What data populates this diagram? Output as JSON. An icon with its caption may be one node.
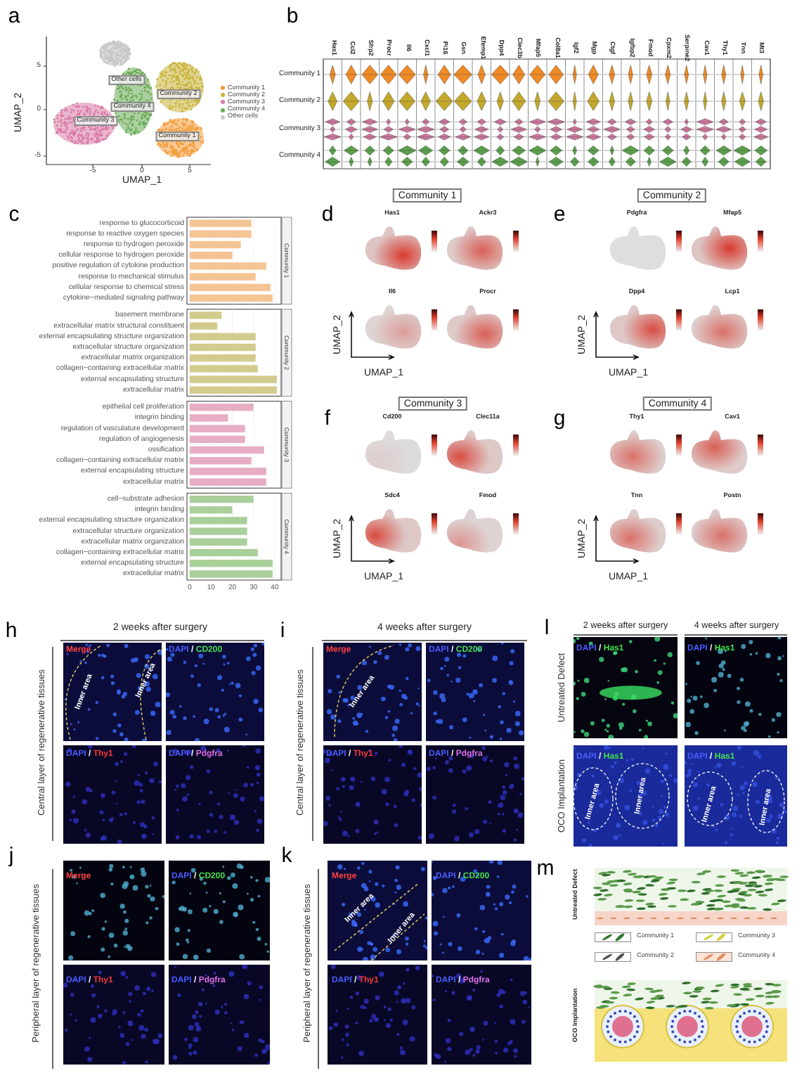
{
  "diagram": {
    "nodes": [
      {
        "text": [
          "Community 1"
        ]
      },
      {
        "text": [
          "Community 2"
        ]
      },
      {
        "text": [
          "Community 3"
        ]
      },
      {
        "text": [
          "Community 4"
        ]
      }
    ],
    "labels": [
      "a",
      "5",
      "0",
      "-5",
      "UMAP_2",
      "Other cells",
      "Community 2",
      "Community 4",
      "Community 3",
      "Community 1",
      "-5",
      "0",
      "5",
      "UMAP_1",
      "b",
      "Has1",
      "Ccl2",
      "Sfrp2",
      "Procr",
      "Il6",
      "Cxcl1",
      "Pi16",
      "Gsn",
      "Efemp1",
      "Dpp4",
      "Clec3b",
      "Mfap5",
      "Col8a1",
      "Igf2",
      "Mgp",
      "Ctgf",
      "Igfbp2",
      "Fmod",
      "Cpxm2",
      "Serpine2",
      "Cav1",
      "Thy1",
      "Tnn",
      "Mt3",
      "Community 1",
      "Community 2",
      "Community 3",
      "Community 4",
      "c",
      "d",
      "Has1",
      "Ackr3",
      "Il6",
      "Procr",
      "UMAP_2",
      "UMAP_1",
      "e",
      "Pdgfra",
      "Mfap5",
      "Dpp4",
      "Lcp1",
      "UMAP_2",
      "UMAP_1",
      "f",
      "Cd200",
      "Clec11a",
      "Sdc4",
      "Fmod",
      "UMAP_2",
      "UMAP_1",
      "g",
      "Thy1",
      "Cav1",
      "Tnn",
      "Postn",
      "UMAP_2",
      "UMAP_1",
      "h",
      "2 weeks after surgery",
      "Central layer of regenerative tissues",
      "Merge",
      "Inner area",
      "Inner area",
      "DAPI / CD200",
      "DAPI / Thy1",
      "DAPI / Pdgfra",
      "i",
      "4 weeks after surgery",
      "Central layer of regenerative tissues",
      "Merge",
      "Inner area",
      "DAPI / CD200",
      "DAPI / Thy1",
      "DAPI / Pdgfra",
      "l",
      "2 weeks after surgery",
      "4 weeks after surgery",
      "Untreated Defect",
      "DAPI / Has1",
      "DAPI / Has1",
      "OCO Implantation",
      "DAPI / Has1",
      "Inner area",
      "Inner area",
      "DAPI / Has1",
      "Inner area",
      "Inner area",
      "j",
      "Peripheral layer of regenerative tissues",
      "Merge",
      "DAPI / CD200",
      "DAPI / Thy1",
      "DAPI / Pdgfra",
      "k",
      "Peripheral layer of regenerative tissues",
      "Merge",
      "Inner area",
      "Inner area",
      "DAPI / CD200",
      "DAPI / Thy1",
      "DAPI / Pdgfra",
      "m",
      "Untreated Defect",
      "OCO Implantation"
    ],
    "legend": [
      {
        "text": "Community 1",
        "color": "#f39c3a"
      },
      {
        "text": "Community 2",
        "color": "#c9b33a"
      },
      {
        "text": "Community 3",
        "color": "#d97aa5"
      },
      {
        "text": "Community 4",
        "color": "#6aaa55"
      },
      {
        "text": "Other cells",
        "color": "#c8c8c8"
      },
      {
        "text": "Community 1"
      },
      {
        "text": "Community 3"
      },
      {
        "text": "Community 2"
      },
      {
        "text": "Community 4"
      }
    ],
    "chart_data": {
      "type": "bar",
      "orientation": "horizontal",
      "categories": [
        "response to glucocorticoid",
        "response to reactive oxygen species",
        "response to hydrogen peroxide",
        "cellular response to hydrogen peroxide",
        "positive regulation of cytokine production",
        "response to mechanical stimulus",
        "cellular response to chemical stress",
        "cytokine−mediated signaling pathway",
        "basement membrane",
        "extracellular matrix structural constituent",
        "external encapsulating structure organization",
        "extracellular structure organization",
        "extracellular matrix organization",
        "collagen−containing extracellular matrix",
        "external encapsulating structure",
        "extracellular matrix",
        "epithelial cell proliferation",
        "integrin binding",
        "regulation of vasculature development",
        "regulation of angiogenesis",
        "ossification",
        "collagen−containing extracellular matrix",
        "external encapsulating structure",
        "extracellular matrix",
        "cell−substrate adhesion",
        "integrin binding",
        "external encapsulating structure organization",
        "extracellular structure organization",
        "extracellular matrix organization",
        "collagen−containing extracellular matrix",
        "external encapsulating structure",
        "extracellular matrix"
      ],
      "series": [
        {
          "name": "Community 1",
          "color": "#f4c494",
          "values": [
            29,
            29,
            24,
            20,
            36,
            31,
            38,
            39,
            null,
            null,
            null,
            null,
            null,
            null,
            null,
            null,
            null,
            null,
            null,
            null,
            null,
            null,
            null,
            null,
            null,
            null,
            null,
            null,
            null,
            null,
            null,
            null
          ]
        },
        {
          "name": "Community 2",
          "color": "#d3cb8e",
          "values": [
            null,
            null,
            null,
            null,
            null,
            null,
            null,
            null,
            15,
            13,
            31,
            31,
            31,
            32,
            41,
            41,
            null,
            null,
            null,
            null,
            null,
            null,
            null,
            null,
            null,
            null,
            null,
            null,
            null,
            null,
            null,
            null
          ]
        },
        {
          "name": "Community 3",
          "color": "#e6adc4",
          "values": [
            null,
            null,
            null,
            null,
            null,
            null,
            null,
            null,
            null,
            null,
            null,
            null,
            null,
            null,
            null,
            null,
            30,
            18,
            26,
            26,
            35,
            29,
            36,
            36,
            null,
            null,
            null,
            null,
            null,
            null,
            null,
            null
          ]
        },
        {
          "name": "Community 4",
          "color": "#a9cf9a",
          "values": [
            null,
            null,
            null,
            null,
            null,
            null,
            null,
            null,
            null,
            null,
            null,
            null,
            null,
            null,
            null,
            null,
            null,
            null,
            null,
            null,
            null,
            null,
            null,
            null,
            30,
            20,
            27,
            27,
            27,
            32,
            39,
            39
          ]
        }
      ],
      "xticks": [
        0,
        10,
        20,
        30,
        40
      ],
      "xlim": [
        0,
        43
      ],
      "grid": true
    }
  }
}
